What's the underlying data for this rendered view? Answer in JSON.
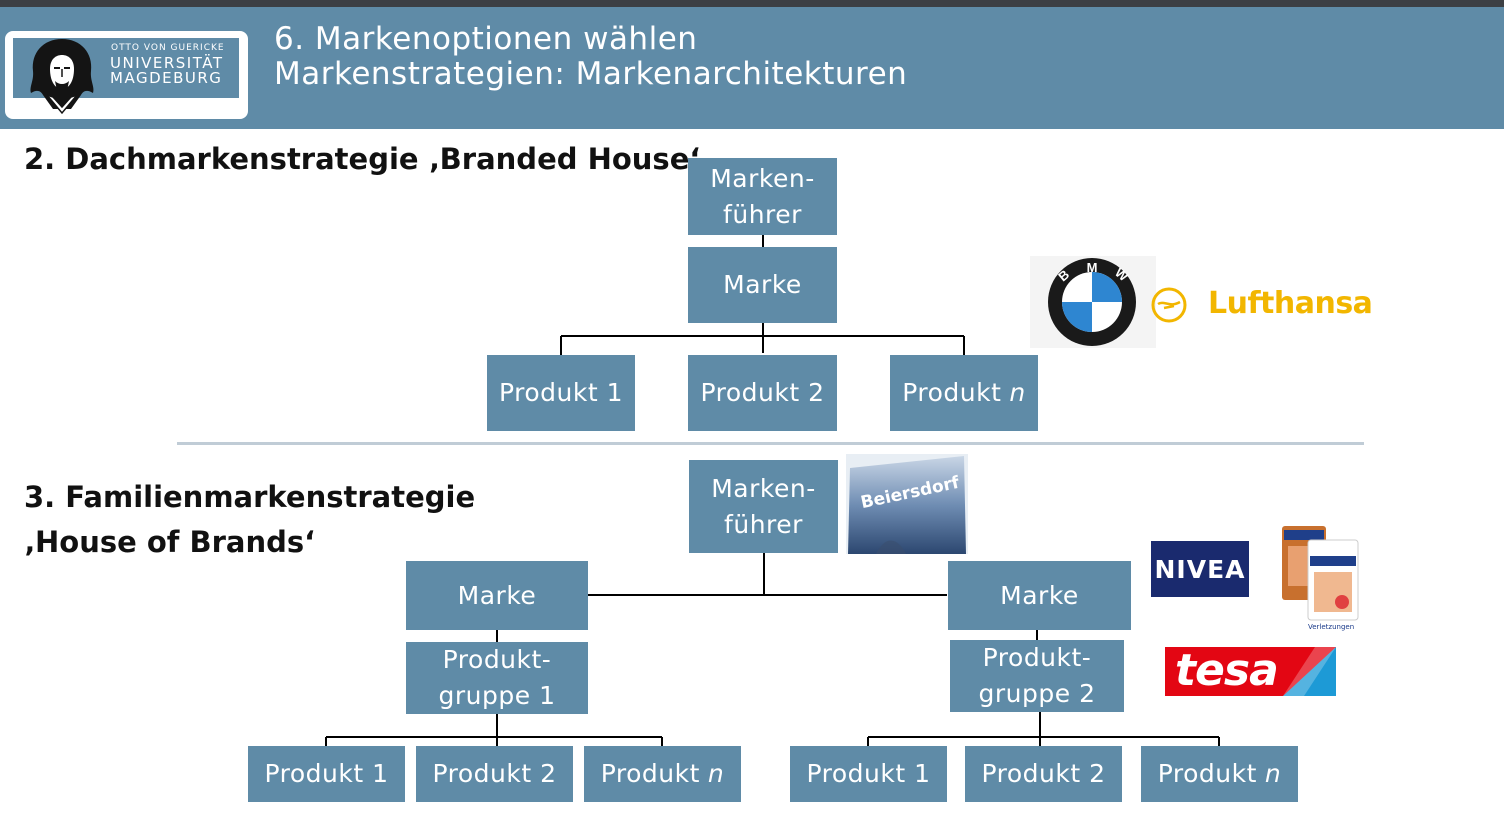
{
  "header": {
    "title_line1": "6. Markenoptionen wählen",
    "title_line2": "Markenstrategien: Markenarchitekturen",
    "logo": {
      "line1": "OTTO VON GUERICKE",
      "line2": "UNIVERSITÄT",
      "line3": "MAGDEBURG"
    }
  },
  "section2": {
    "heading": "2. Dachmarkenstrategie ‚Branded House‘",
    "markenfuehrer_line1": "Marken-",
    "markenfuehrer_line2": "führer",
    "marke": "Marke",
    "produkt1": "Produkt 1",
    "produkt2": "Produkt 2",
    "produktn_prefix": "Produkt",
    "produktn_suffix": "n",
    "logos": {
      "bmw": "BMW",
      "lufthansa": "Lufthansa"
    }
  },
  "section3": {
    "heading_line1": "3. Familienmarkenstrategie",
    "heading_line2": "‚House of Brands‘",
    "markenfuehrer_line1": "Marken-",
    "markenfuehrer_line2": "führer",
    "marke_left": "Marke",
    "marke_right": "Marke",
    "gruppe1_line1": "Produkt-",
    "gruppe1_line2": "gruppe 1",
    "gruppe2_line1": "Produkt-",
    "gruppe2_line2": "gruppe 2",
    "produkt1": "Produkt 1",
    "produkt2": "Produkt 2",
    "produktn_prefix": "Produkt",
    "produktn_suffix": "n",
    "logos": {
      "beiersdorf": "Beiersdorf",
      "nivea": "NIVEA",
      "hansaplast_caption": "Verletzungen",
      "tesa": "tesa"
    }
  },
  "colors": {
    "header_bg": "#5f8ba7",
    "box_bg": "#5f8ba7",
    "lufthansa_yellow": "#f2b600",
    "nivea_blue": "#1a2a6e",
    "tesa_red": "#e30613",
    "tesa_blue": "#1d9ad6"
  }
}
